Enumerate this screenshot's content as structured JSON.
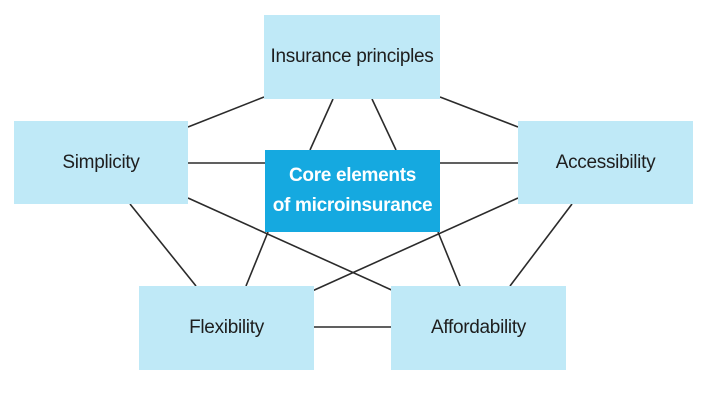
{
  "diagram": {
    "center": {
      "line1": "Core elements",
      "line2": "of microinsurance"
    },
    "nodes": {
      "top": "Insurance principles",
      "left": "Simplicity",
      "right": "Accessibility",
      "bottom_left": "Flexibility",
      "bottom_right": "Affordability"
    }
  },
  "colors": {
    "node_fill": "#bfe9f7",
    "center_fill": "#15a9e0",
    "connector": "#2b2b2b"
  }
}
